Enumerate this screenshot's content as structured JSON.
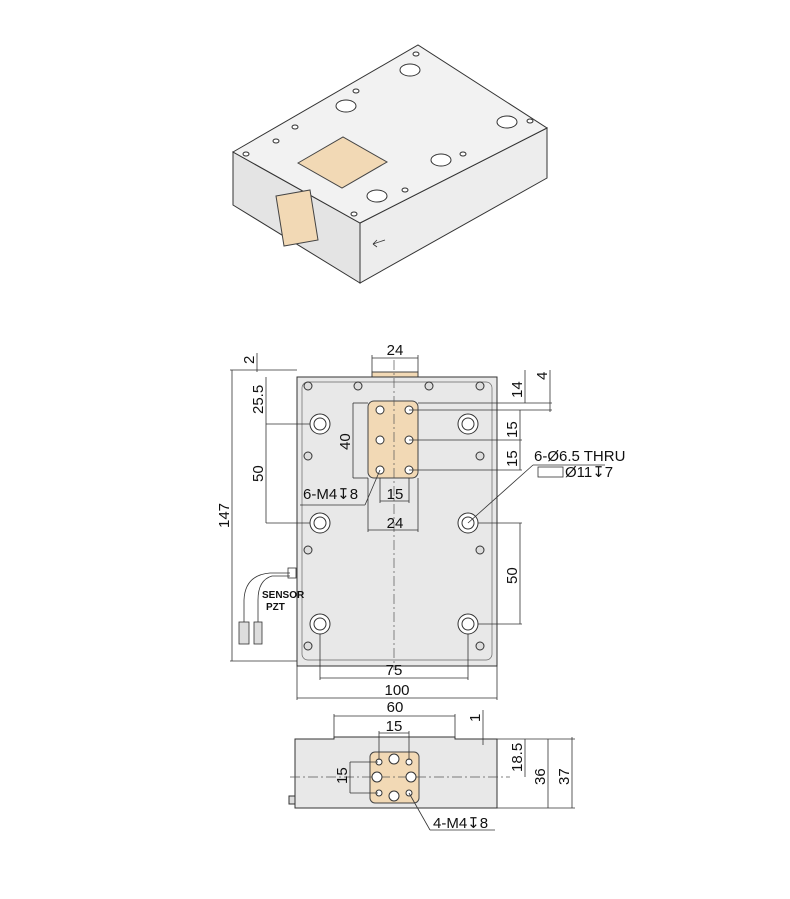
{
  "iso_view": {
    "label": "isometric-view"
  },
  "top_view": {
    "dims": {
      "tab_width": "24",
      "offset_2": "2",
      "offset_4": "4",
      "top_14": "14",
      "left_25_5": "25.5",
      "left_50": "50",
      "height_147": "147",
      "pitch_15_a": "15",
      "pitch_15_b": "15",
      "pad_40": "40",
      "pad_15": "15",
      "pad_24": "24",
      "right_50": "50",
      "hole_75": "75",
      "width_100": "100"
    },
    "callouts": {
      "tapped": "6-M4↧8",
      "thru": "6-Ø6.5 THRU",
      "counterbore": "Ø11↧7"
    },
    "cables": {
      "sensor": "SENSOR",
      "pzt": "PZT"
    }
  },
  "side_view": {
    "dims": {
      "width_60": "60",
      "pitch_15_h": "15",
      "pitch_15_v": "15",
      "step_1": "1",
      "center_18_5": "18.5",
      "height_36": "36",
      "height_37": "37"
    },
    "callouts": {
      "tapped": "4-M4↧8"
    }
  },
  "colors": {
    "pad": "#f2d9b5",
    "body": "#e8e8e8"
  }
}
